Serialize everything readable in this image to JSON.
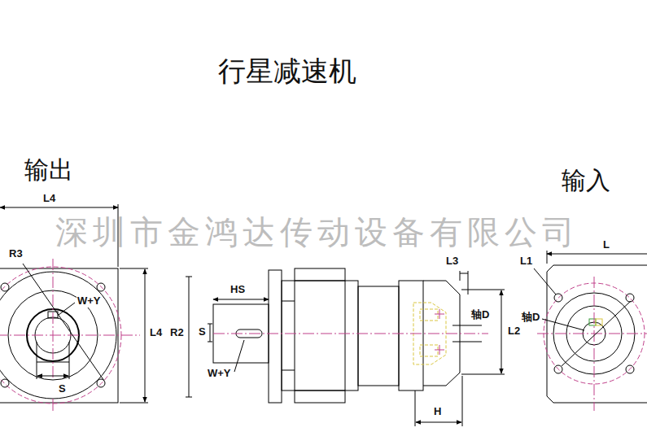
{
  "diagram": {
    "title": "行星减速机",
    "labels": [
      "输出",
      "输入",
      "深圳市金鸿达传动设备有限公司",
      "L4",
      "R3",
      "W+Y",
      "S",
      "L4",
      "R2",
      "HS",
      "S",
      "W+Y",
      "L3",
      "轴D",
      "L2",
      "H",
      "L1",
      "轴D",
      "L"
    ]
  }
}
